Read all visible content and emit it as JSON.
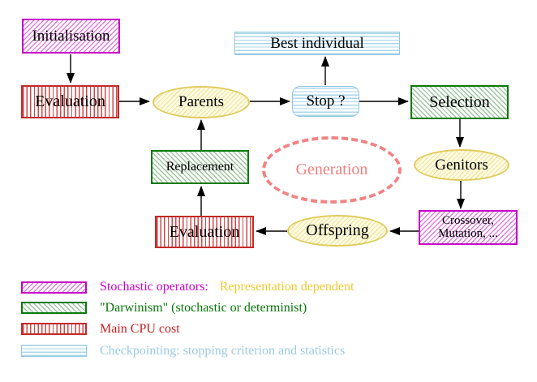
{
  "nodes": {
    "initialisation": "Initialisation",
    "evaluation_top": "Evaluation",
    "parents": "Parents",
    "best_individual": "Best individual",
    "stop": "Stop ?",
    "selection": "Selection",
    "replacement": "Replacement",
    "generation": "Generation",
    "genitors": "Genitors",
    "offspring": "Offspring",
    "evaluation_bottom": "Evaluation",
    "crossover_line1": "Crossover,",
    "crossover_line2": "Mutation, ..."
  },
  "legend": {
    "items": [
      {
        "swatch": "magenta-diagonal-hatch",
        "label": "Stochastic operators:",
        "label_secondary": "Representation dependent",
        "label_color": "#CC00CC",
        "secondary_color": "#F0C930"
      },
      {
        "swatch": "green-diagonal-hatch",
        "label": "\"Darwinism\" (stochastic or determinist)",
        "label_color": "#067806"
      },
      {
        "swatch": "red-vertical-lines",
        "label": "Main CPU cost",
        "label_color": "#C41E1E"
      },
      {
        "swatch": "cyan-horizontal-lines",
        "label": "Checkpointing: stopping criterion and statistics",
        "label_color": "#9CCAE4"
      }
    ]
  },
  "colors": {
    "magenta": "#CC00CC",
    "green": "#0B7A0B",
    "red": "#C32A2A",
    "cyan": "#94C6DE",
    "yellow_border": "#E0CC5E",
    "coral_dashed": "#F08080",
    "arrow": "#000000",
    "background": "#FFFFFF"
  }
}
